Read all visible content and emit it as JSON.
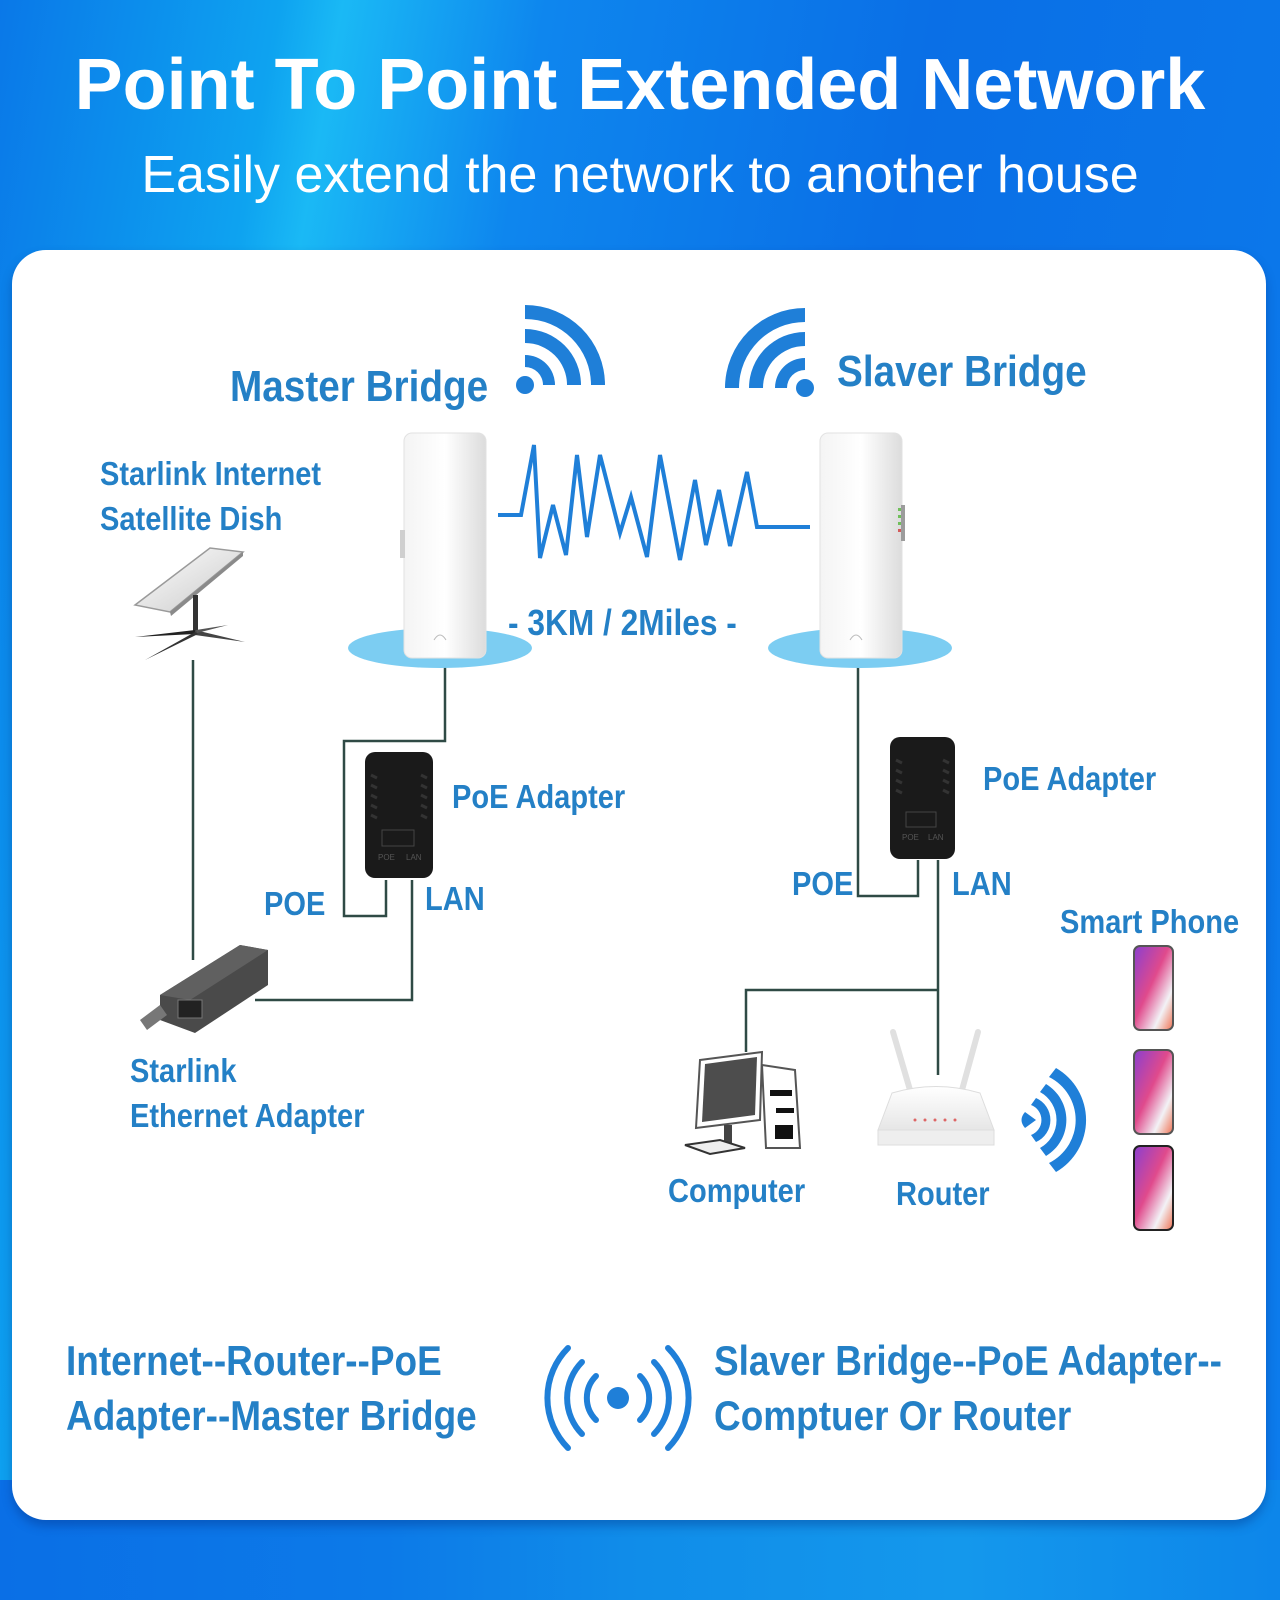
{
  "header": {
    "title": "Point To Point Extended Network",
    "subtitle": "Easily extend the network to another house"
  },
  "colors": {
    "brand_blue": "#0a72e6",
    "label_blue": "#2480c6",
    "signal_blue": "#1f7fd8",
    "pad_blue": "#7ccdf2",
    "cable": "#2f4a45"
  },
  "diagram": {
    "master_bridge": {
      "label": "Master Bridge",
      "icon": "wifi-signal-icon"
    },
    "slave_bridge": {
      "label": "Slaver Bridge",
      "icon": "wifi-signal-icon"
    },
    "distance": "-  3KM / 2Miles -",
    "satellite_dish": {
      "line1": "Starlink Internet",
      "line2": "Satellite Dish"
    },
    "ethernet_adapter": {
      "line1": "Starlink",
      "line2": "Ethernet Adapter"
    },
    "left_poe": {
      "label": "PoE Adapter",
      "port_poe": "POE",
      "port_lan": "LAN",
      "device_text_poe": "POE",
      "device_text_lan": "LAN"
    },
    "right_poe": {
      "label": "PoE Adapter",
      "port_poe": "POE",
      "port_lan": "LAN",
      "device_text_poe": "POE",
      "device_text_lan": "LAN"
    },
    "computer": {
      "label": "Computer"
    },
    "router": {
      "label": "Router"
    },
    "smart_phone": {
      "label": "Smart Phone",
      "count": 3
    }
  },
  "footer": {
    "left_line1": "Internet--Router--PoE",
    "left_line2": "Adapter--Master Bridge",
    "center_icon": "broadcast-signal-icon",
    "right_line1": "Slaver Bridge--PoE Adapter--",
    "right_line2": "Comptuer Or Router"
  }
}
